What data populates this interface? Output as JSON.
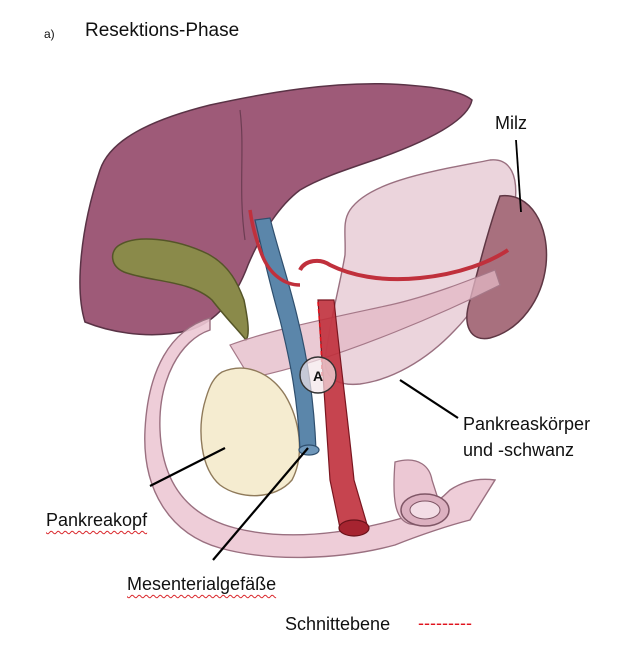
{
  "panel_letter": "a)",
  "title": "Resektions-Phase",
  "labels": {
    "spleen": "Milz",
    "pancreas_body_line1": "Pankreaskörper",
    "pancreas_body_line2": "und -schwanz",
    "pancreas_head": "Pankreakopf",
    "mesenteric_vessels": "Mesenterialgefäße",
    "marker_a": "A"
  },
  "legend": {
    "label": "Schnittebene",
    "dashes": "---------",
    "color": "#e0141e"
  },
  "colors": {
    "liver": "#9e5a78",
    "gallbladder": "#8a8a4a",
    "stomach": "#e8ccd6",
    "spleen": "#a8707e",
    "pancreas_head": "#f5ecd0",
    "artery": "#c0303c",
    "vein": "#5b86aa",
    "duodenum": "#ecc8d4"
  }
}
